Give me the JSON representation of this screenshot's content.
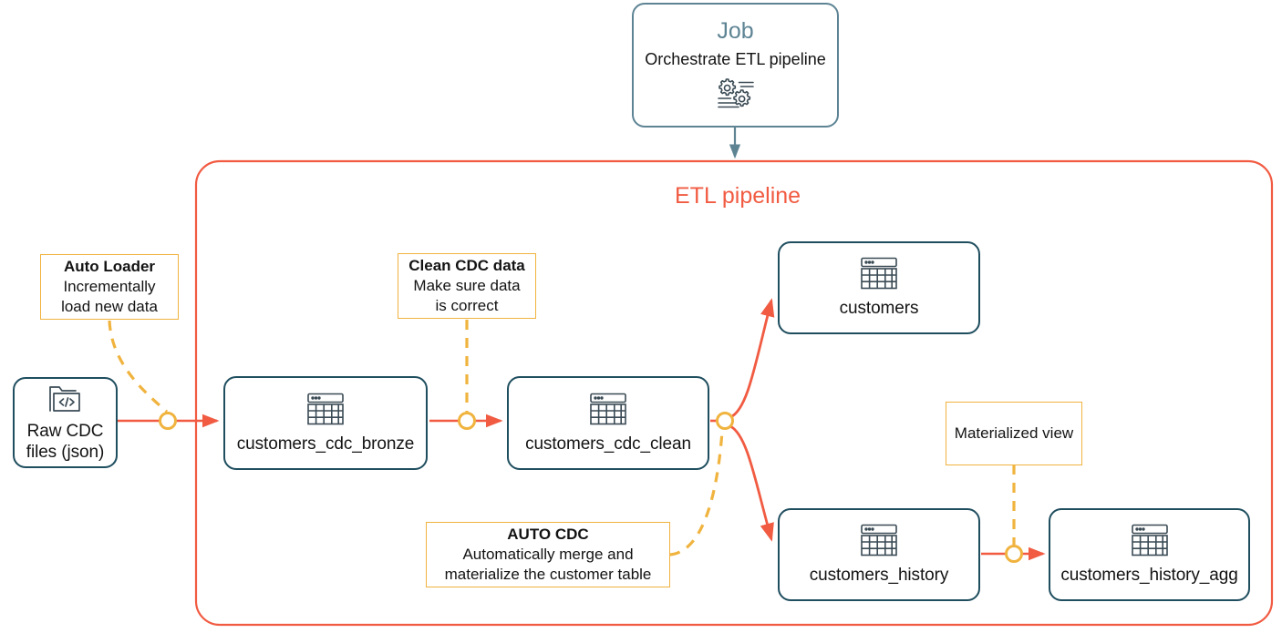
{
  "diagram": {
    "title": "ETL pipeline",
    "accent_red": "#F15B42",
    "accent_amber": "#F0B33E",
    "node_border": "#1F4E5F",
    "job_border": "#5E8494"
  },
  "job": {
    "title": "Job",
    "subtitle": "Orchestrate ETL pipeline",
    "icon": "gears-workflow-icon"
  },
  "pipeline": {
    "label": "ETL pipeline"
  },
  "nodes": [
    {
      "id": "raw-cdc-files",
      "label": "Raw CDC\nfiles (json)",
      "icon": "folder-code-icon"
    },
    {
      "id": "customers-cdc-bronze",
      "label": "customers_cdc_bronze",
      "icon": "table-icon"
    },
    {
      "id": "customers-cdc-clean",
      "label": "customers_cdc_clean",
      "icon": "table-icon"
    },
    {
      "id": "customers",
      "label": "customers",
      "icon": "table-icon"
    },
    {
      "id": "customers-history",
      "label": "customers_history",
      "icon": "table-icon"
    },
    {
      "id": "customers-history-agg",
      "label": "customers_history_agg",
      "icon": "table-icon"
    }
  ],
  "annotations": [
    {
      "id": "auto-loader",
      "title": "Auto Loader",
      "body": "Incrementally\nload new data"
    },
    {
      "id": "clean-cdc-data",
      "title": "Clean CDC data",
      "body": "Make sure data\nis correct"
    },
    {
      "id": "auto-cdc",
      "title": "AUTO CDC",
      "body": "Automatically merge and\nmaterialize the customer table"
    },
    {
      "id": "materialized-view",
      "title": "",
      "body": "Materialized view"
    }
  ]
}
